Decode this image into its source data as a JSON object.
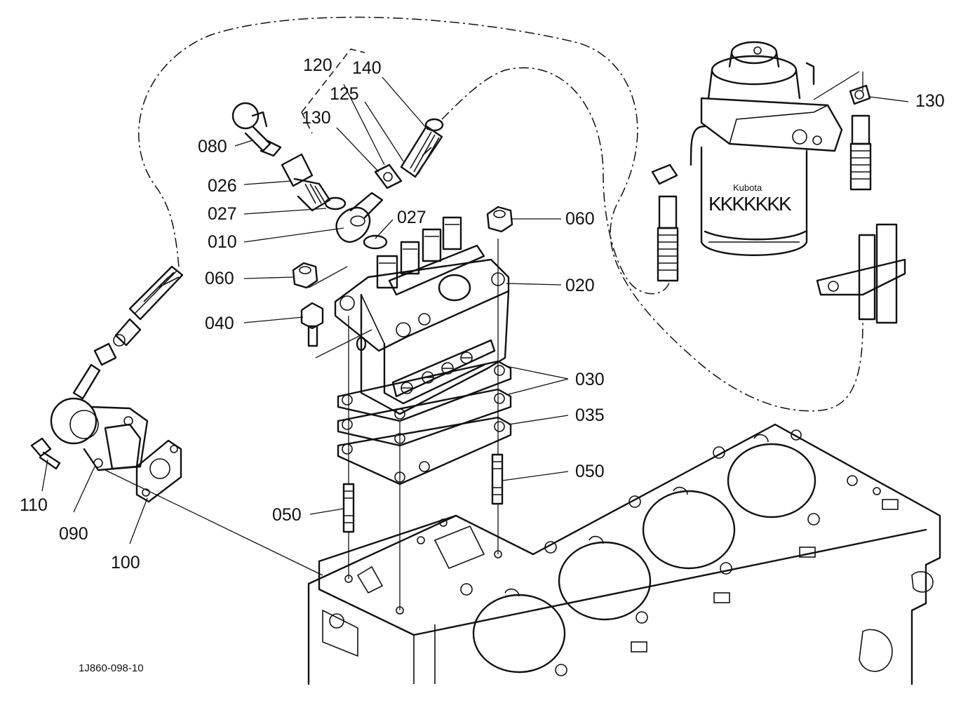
{
  "diagram": {
    "reference_code": "1J860-098-10",
    "filter_brand": "Kubota",
    "filter_band_text": "KKKKKKK",
    "callouts": [
      {
        "id": "c120",
        "label": "120"
      },
      {
        "id": "c140",
        "label": "140"
      },
      {
        "id": "c125",
        "label": "125"
      },
      {
        "id": "c130a",
        "label": "130"
      },
      {
        "id": "c080",
        "label": "080"
      },
      {
        "id": "c026",
        "label": "026"
      },
      {
        "id": "c027a",
        "label": "027"
      },
      {
        "id": "c027b",
        "label": "027"
      },
      {
        "id": "c010",
        "label": "010"
      },
      {
        "id": "c060a",
        "label": "060"
      },
      {
        "id": "c060b",
        "label": "060"
      },
      {
        "id": "c020",
        "label": "020"
      },
      {
        "id": "c040",
        "label": "040"
      },
      {
        "id": "c030",
        "label": "030"
      },
      {
        "id": "c035",
        "label": "035"
      },
      {
        "id": "c050a",
        "label": "050"
      },
      {
        "id": "c050b",
        "label": "050"
      },
      {
        "id": "c110",
        "label": "110"
      },
      {
        "id": "c090",
        "label": "090"
      },
      {
        "id": "c100",
        "label": "100"
      },
      {
        "id": "c130b",
        "label": "130"
      }
    ]
  }
}
